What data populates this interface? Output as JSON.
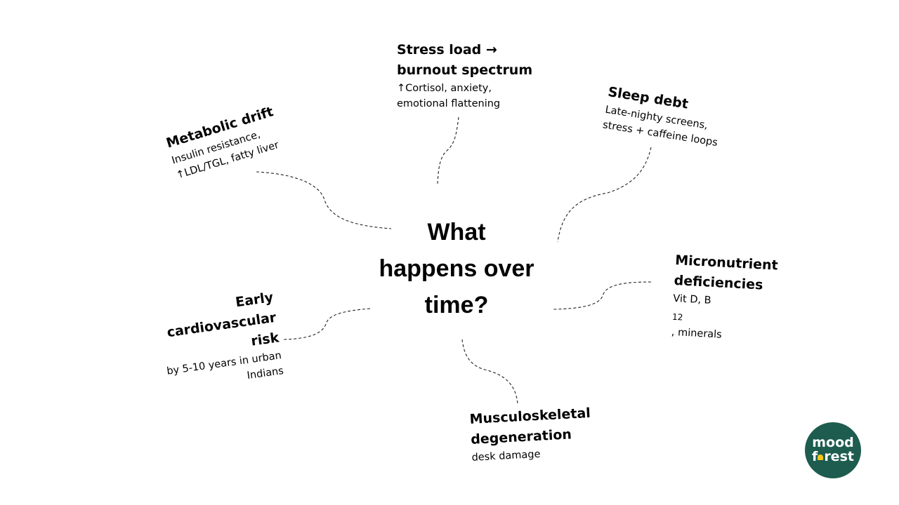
{
  "center": {
    "lines": [
      "What",
      "happens over",
      "time?"
    ]
  },
  "nodes": {
    "stress": {
      "title_lines": [
        "Stress load →",
        "burnout spectrum"
      ],
      "desc_lines": [
        "↑Cortisol, anxiety,",
        "emotional flattening"
      ]
    },
    "sleep": {
      "title_lines": [
        "Sleep debt"
      ],
      "desc_lines": [
        "Late-nighty screens,",
        "stress + caffeine loops"
      ]
    },
    "metabolic": {
      "title_lines": [
        "Metabolic drift"
      ],
      "desc_lines": [
        "Insulin resistance,",
        "↑LDL/TGL, fatty liver"
      ]
    },
    "micronutrient": {
      "title_lines": [
        "Micronutrient",
        "deficiencies"
      ],
      "desc_prefix": "Vit D, B",
      "desc_subscript": "12",
      "desc_suffix": ", minerals"
    },
    "cardio": {
      "title_lines": [
        "Early",
        "cardiovascular risk"
      ],
      "desc_lines": [
        "by 5-10 years in urban",
        "Indians"
      ]
    },
    "musculo": {
      "title_lines": [
        "Musculoskeletal",
        "degeneration"
      ],
      "desc_lines": [
        "desk damage"
      ]
    }
  },
  "logo": {
    "line1": "mood",
    "line2_prefix": "f",
    "line2_suffix": "rest",
    "icon": "leaf-icon",
    "bg_color": "#1d5c4f",
    "accent_color": "#f5c518"
  }
}
